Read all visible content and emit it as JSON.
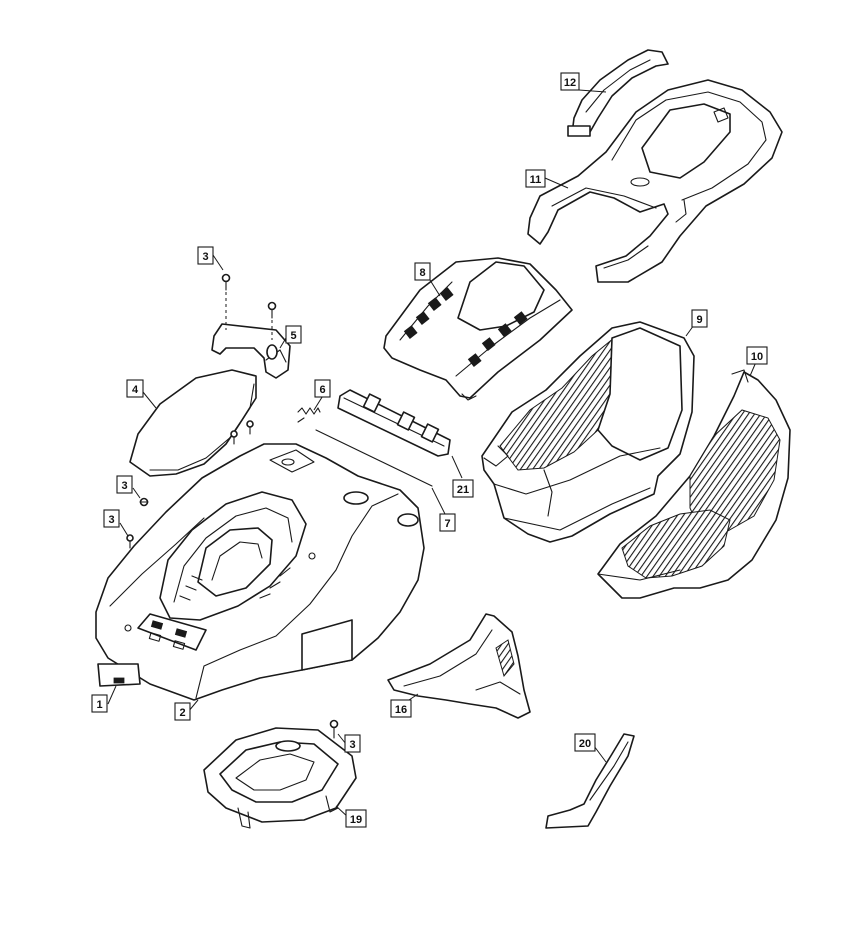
{
  "callouts": {
    "c1": "1",
    "c2": "2",
    "c3a": "3",
    "c3b": "3",
    "c3c": "3",
    "c3d": "3",
    "c4": "4",
    "c5": "5",
    "c6": "6",
    "c7": "7",
    "c8": "8",
    "c9": "9",
    "c10": "10",
    "c11": "11",
    "c12": "12",
    "c16": "16",
    "c19": "19",
    "c20": "20",
    "c21": "21"
  },
  "colors": {
    "line": "#1a1a1a",
    "background": "#ffffff"
  }
}
